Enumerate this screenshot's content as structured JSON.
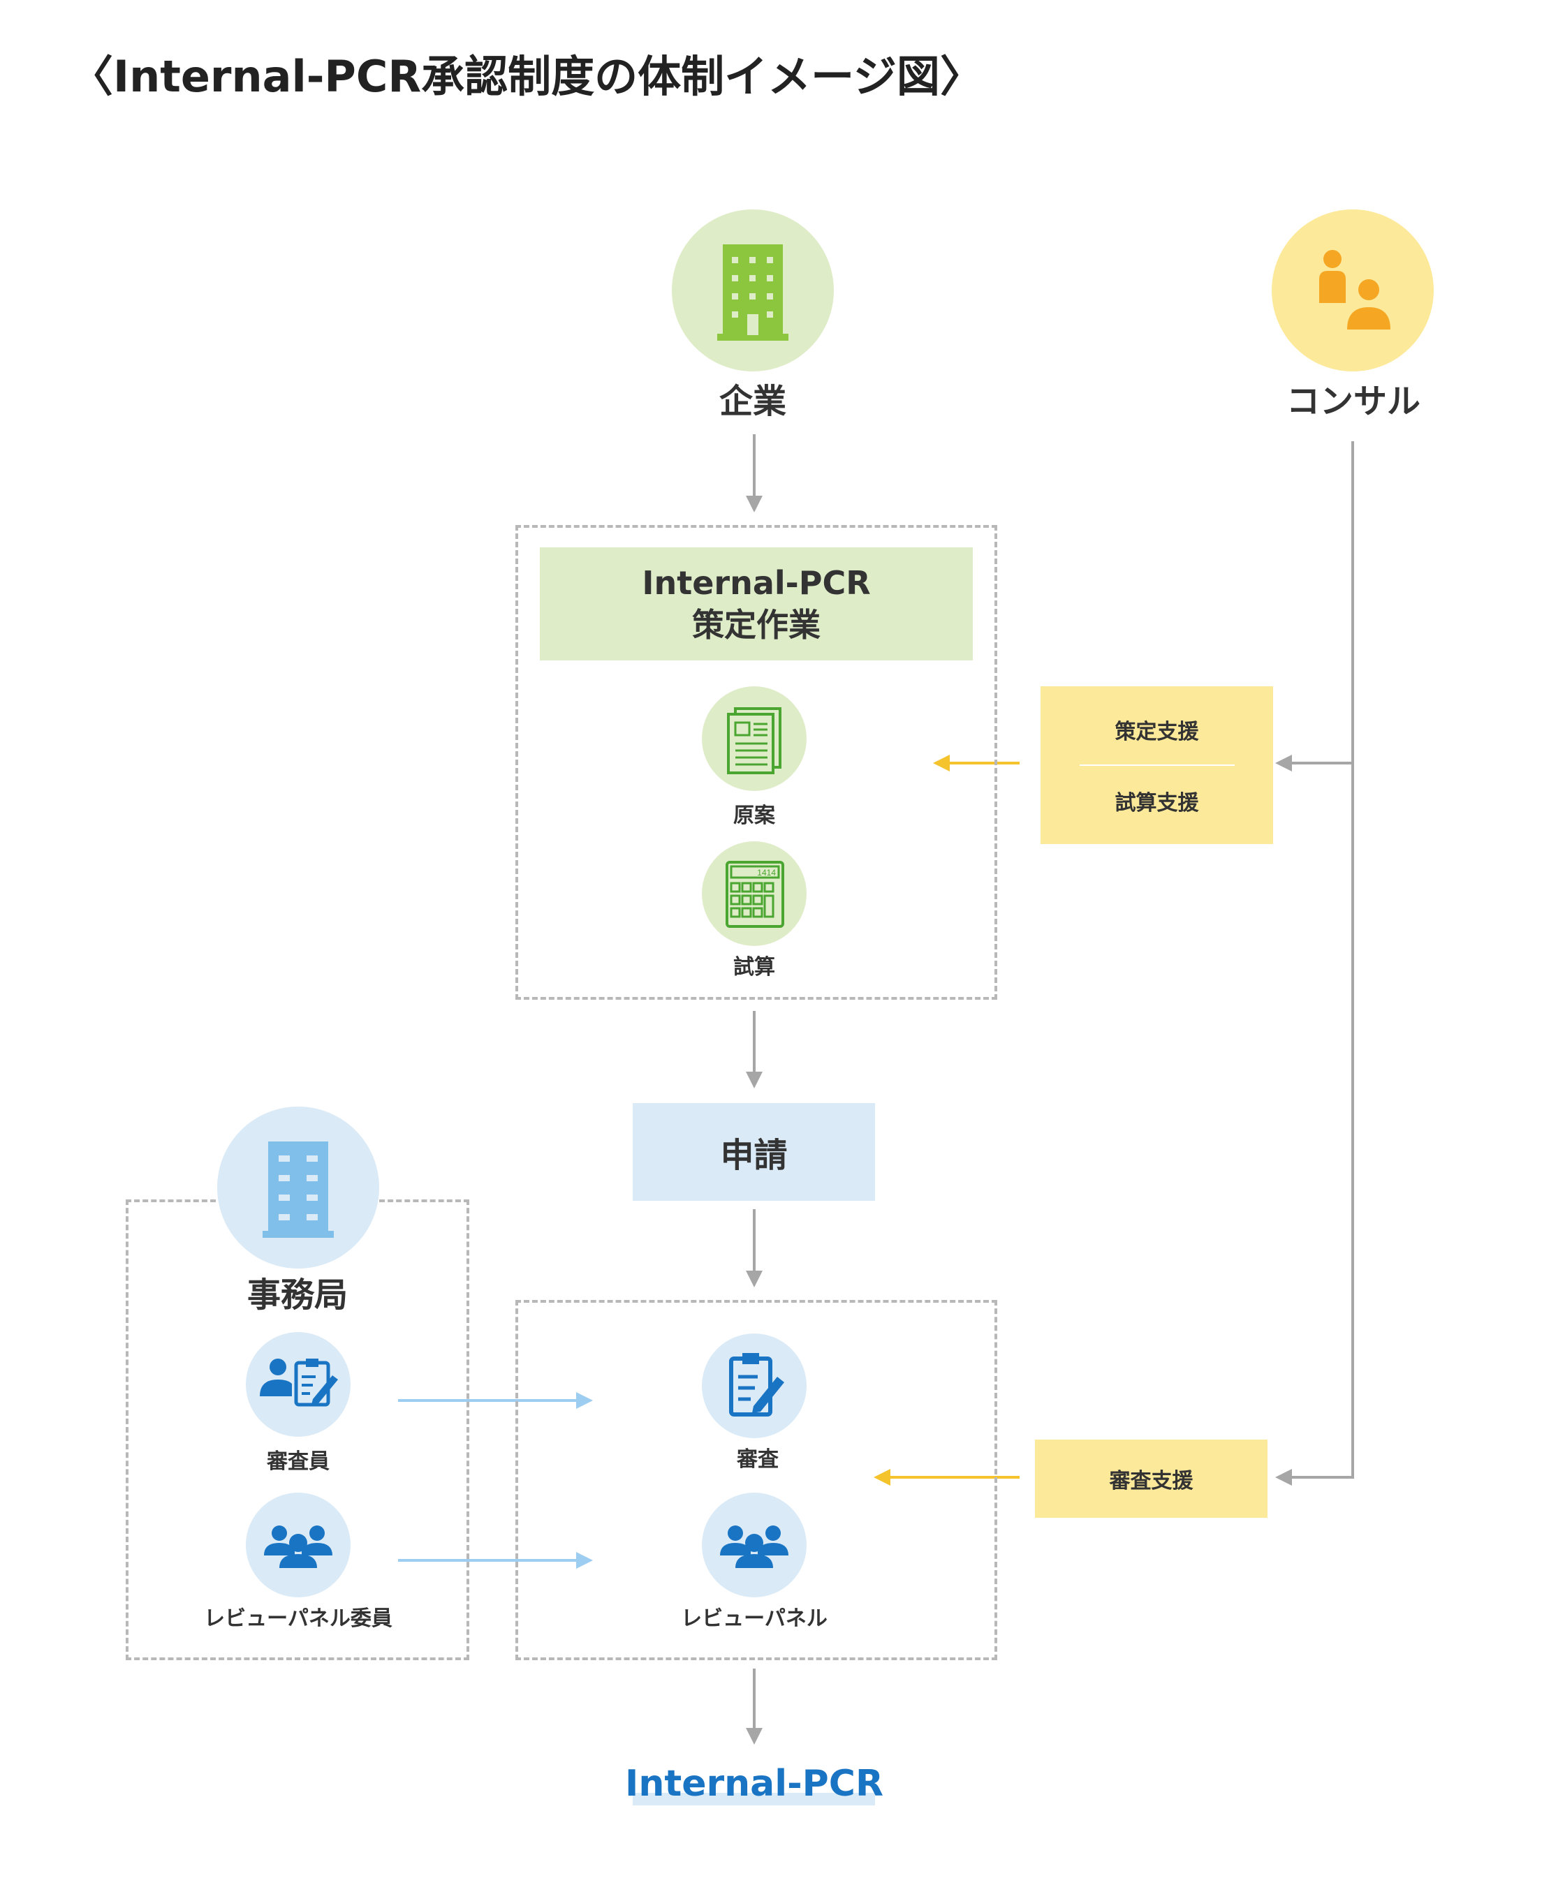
{
  "title": "〈Internal-PCR承認制度の体制イメージ図〉",
  "nodes": {
    "company": "企業",
    "consultant": "コンサル",
    "secretariat": "事務局"
  },
  "drafting": {
    "title_line1": "Internal-PCR",
    "title_line2": "策定作業",
    "draft_label": "原案",
    "calc_label": "試算"
  },
  "support": {
    "drafting_support": "策定支援",
    "calc_support": "試算支援",
    "review_support": "審査支援"
  },
  "application": "申請",
  "review": {
    "review_label": "審査",
    "panel_label": "レビューパネル"
  },
  "secretariat_members": {
    "reviewer": "審査員",
    "panel_member": "レビューパネル委員"
  },
  "result": "Internal-PCR",
  "colors": {
    "green": "#8cc63f",
    "green_light": "#dfecc8",
    "yellow_light": "#fce99a",
    "orange": "#f5a623",
    "blue": "#1a74c4",
    "blue_light": "#daeaf7",
    "building_blue": "#7fbfea",
    "arrow_gray": "#a6a6a6",
    "arrow_yellow": "#f5c42c",
    "arrow_blue": "#9dcdf0"
  },
  "icons": {
    "company": "building-icon",
    "consultant": "people-icon",
    "secretariat": "building-icon",
    "draft": "document-icon",
    "calc": "calculator-icon",
    "review": "clipboard-icon",
    "panel": "group-icon",
    "reviewer": "reviewer-icon"
  }
}
